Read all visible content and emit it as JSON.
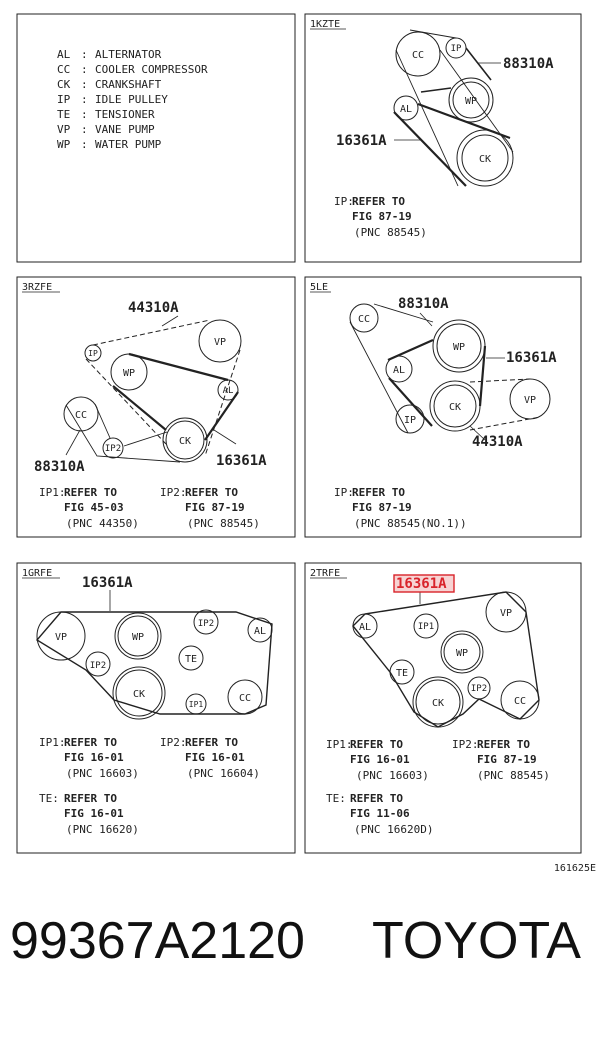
{
  "legend": [
    {
      "code": "AL",
      "name": "ALTERNATOR"
    },
    {
      "code": "CC",
      "name": "COOLER COMPRESSOR"
    },
    {
      "code": "CK",
      "name": "CRANKSHAFT"
    },
    {
      "code": "IP",
      "name": "IDLE PULLEY"
    },
    {
      "code": "TE",
      "name": "TENSIONER"
    },
    {
      "code": "VP",
      "name": "VANE PUMP"
    },
    {
      "code": "WP",
      "name": "WATER PUMP"
    }
  ],
  "sep": ":",
  "panels": {
    "p1": {
      "engine": "1KZTE",
      "pulleys": {
        "cc": "CC",
        "ip": "IP",
        "wp": "WP",
        "al": "AL",
        "ck": "CK"
      },
      "parts": {
        "a": "88310A",
        "b": "16361A"
      },
      "notes": [
        {
          "key": "IP:",
          "l1": "REFER TO",
          "l2": "FIG 87-19",
          "l3": "(PNC 88545)"
        }
      ]
    },
    "p2": {
      "engine": "3RZFE",
      "pulleys": {
        "ip": "IP",
        "vp": "VP",
        "wp": "WP",
        "al": "AL",
        "cc": "CC",
        "ip2": "IP2",
        "ck": "CK"
      },
      "parts": {
        "a": "44310A",
        "b": "88310A",
        "c": "16361A"
      },
      "notes": [
        {
          "key": "IP1:",
          "l1": "REFER TO",
          "l2": "FIG 45-03",
          "l3": "(PNC 44350)"
        },
        {
          "key": "IP2:",
          "l1": "REFER TO",
          "l2": "FIG 87-19",
          "l3": "(PNC 88545)"
        }
      ]
    },
    "p3": {
      "engine": "5LE",
      "pulleys": {
        "cc": "CC",
        "wp": "WP",
        "al": "AL",
        "ck": "CK",
        "ip": "IP",
        "vp": "VP"
      },
      "parts": {
        "a": "88310A",
        "b": "16361A",
        "c": "44310A"
      },
      "notes": [
        {
          "key": "IP:",
          "l1": "REFER TO",
          "l2": "FIG 87-19",
          "l3": "(PNC 88545(NO.1))"
        }
      ]
    },
    "p4": {
      "engine": "1GRFE",
      "pulleys": {
        "vp": "VP",
        "wp": "WP",
        "ip2": "IP2",
        "al": "AL",
        "ip2b": "IP2",
        "te": "TE",
        "ck": "CK",
        "ip1": "IP1",
        "cc": "CC"
      },
      "parts": {
        "a": "16361A"
      },
      "notes": [
        {
          "key": "IP1:",
          "l1": "REFER TO",
          "l2": "FIG 16-01",
          "l3": "(PNC 16603)"
        },
        {
          "key": "IP2:",
          "l1": "REFER TO",
          "l2": "FIG 16-01",
          "l3": "(PNC 16604)"
        },
        {
          "key": "TE:",
          "l1": "REFER TO",
          "l2": "FIG 16-01",
          "l3": "(PNC 16620)"
        }
      ]
    },
    "p5": {
      "engine": "2TRFE",
      "pulleys": {
        "vp": "VP",
        "al": "AL",
        "ip1": "IP1",
        "wp": "WP",
        "te": "TE",
        "ip2": "IP2",
        "ck": "CK",
        "cc": "CC"
      },
      "parts": {
        "a": "16361A"
      },
      "notes": [
        {
          "key": "IP1:",
          "l1": "REFER TO",
          "l2": "FIG 16-01",
          "l3": "(PNC 16603)"
        },
        {
          "key": "IP2:",
          "l1": "REFER TO",
          "l2": "FIG 87-19",
          "l3": "(PNC 88545)"
        },
        {
          "key": "TE:",
          "l1": "REFER TO",
          "l2": "FIG 11-06",
          "l3": "(PNC 16620D)"
        }
      ]
    }
  },
  "figure_id": "161625E",
  "part_number": "99367A2120",
  "brand": "TOYOTA",
  "colors": {
    "line": "#222222",
    "highlight": "#d9232a",
    "highlight_fill": "#f7d3d3"
  }
}
